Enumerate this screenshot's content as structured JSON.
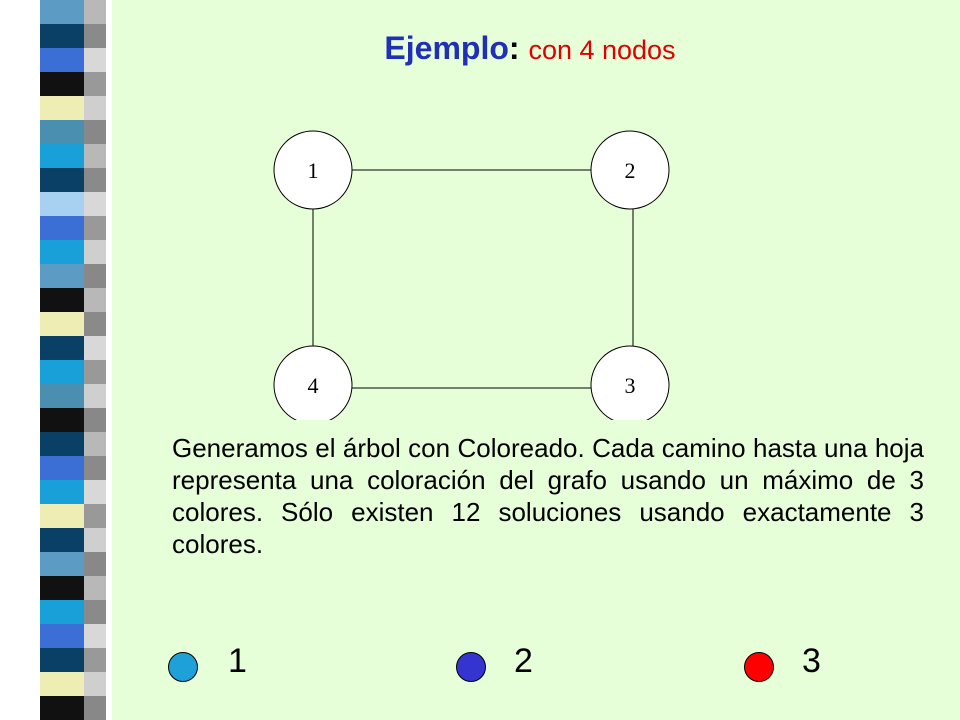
{
  "title": {
    "main": "Ejemplo",
    "colon": ":",
    "subtitle": "con 4 nodos"
  },
  "colors": {
    "title_blue": "#1f2fb8",
    "subtitle_red": "#e00000",
    "background": "#e6ffd9",
    "legend_1": "#1ea0d8",
    "legend_2": "#3434d0",
    "legend_3": "#ff0000"
  },
  "graph": {
    "nodes": [
      {
        "id": "1",
        "label": "1"
      },
      {
        "id": "2",
        "label": "2"
      },
      {
        "id": "3",
        "label": "3"
      },
      {
        "id": "4",
        "label": "4"
      }
    ],
    "edges": [
      [
        "1",
        "2"
      ],
      [
        "2",
        "3"
      ],
      [
        "3",
        "4"
      ],
      [
        "4",
        "1"
      ]
    ]
  },
  "paragraph": "Generamos el árbol con Coloreado. Cada camino hasta una hoja representa una coloración del grafo usando un máximo de 3 colores. Sólo existen 12 soluciones usando exactamente 3 colores.",
  "legend": [
    {
      "label": "1",
      "color": "#1ea0d8"
    },
    {
      "label": "2",
      "color": "#3434d0"
    },
    {
      "label": "3",
      "color": "#ff0000"
    }
  ]
}
